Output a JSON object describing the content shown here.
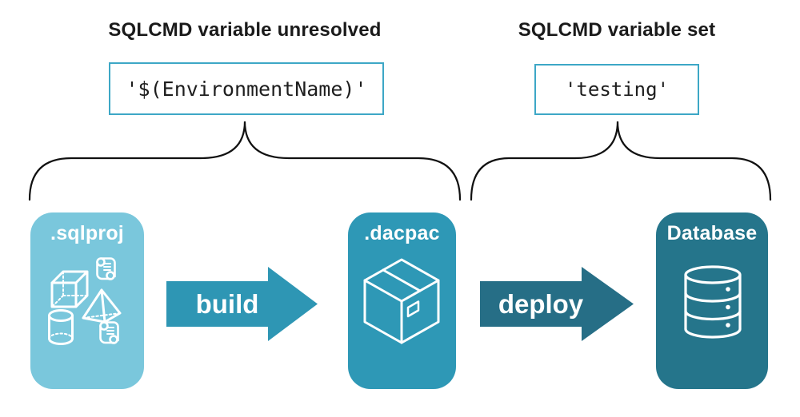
{
  "captions": {
    "left": {
      "heading": "SQLCMD variable unresolved",
      "code": "'$(EnvironmentName)'"
    },
    "right": {
      "heading": "SQLCMD variable set",
      "code": "'testing'"
    }
  },
  "pipeline": {
    "nodes": [
      {
        "label": ".sqlproj",
        "icon": "sql-objects-icon"
      },
      {
        "label": ".dacpac",
        "icon": "package-icon"
      },
      {
        "label": "Database",
        "icon": "database-icon"
      }
    ],
    "arrows": [
      {
        "label": "build"
      },
      {
        "label": "deploy"
      }
    ]
  },
  "colors": {
    "background": "#ffffff",
    "heading_text": "#1a1a1a",
    "code_text": "#1e1e1e",
    "code_box_border": "#3DA7C6",
    "brace_stroke": "#111111",
    "node_label_text": "#ffffff",
    "icon_stroke": "#ffffff",
    "sqlproj_fill": "#7AC7DC",
    "dacpac_fill": "#2E98B6",
    "database_fill": "#25758B",
    "build_arrow_fill": "#2E96B4",
    "deploy_arrow_fill": "#266E86"
  }
}
